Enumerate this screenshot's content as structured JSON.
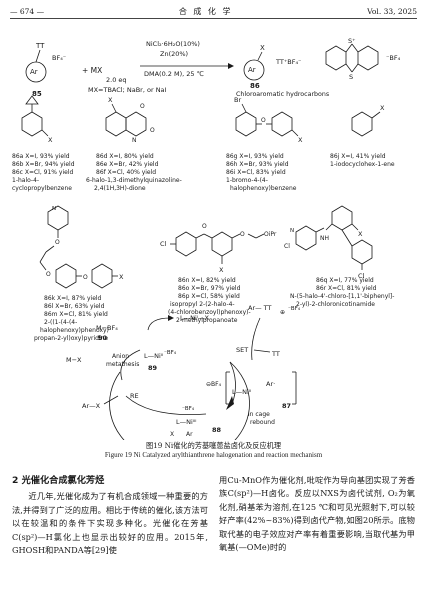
{
  "header": {
    "page": "— 674 —",
    "journal": "合 成 化 学",
    "volume": "Vol. 33, 2025"
  },
  "scheme": {
    "reactant_label": "85",
    "reactant_ar": "Ar",
    "reactant_tt": "TT",
    "reactant_bf4": "BF₄⁻",
    "plus_mx": "+ MX",
    "equiv": "2.0 eq",
    "mx_def": "MX=TBACl; NaBr, or NaI",
    "cond1": "NiCl₂·6H₂O(10%)",
    "cond2": "Zn(20%)",
    "cond3": "DMA(0.2 M), 25 ℃",
    "product_label": "86",
    "product_name": "Chloroaromatic hydrocarbons",
    "product_tt": "TT⁺BF₄⁻",
    "tt_bf4": "⁻BF₄",
    "tt_s": "S",
    "tt_splus": "S⁺",
    "x": "X"
  },
  "compounds": [
    {
      "lines": [
        "86a X=I, 93% yield",
        "86b X=Br, 94% yield",
        "86c X=Cl, 91% yield",
        "1-halo-4-",
        "cyclopropylbenzene"
      ]
    },
    {
      "lines": [
        "86d X=I, 80% yield",
        "86e X=Br, 42% yield",
        "86f X=Cl, 40% yield",
        "6-halo-1,3-dimethylquinazoline-",
        "2,4(1H,3H)-dione"
      ]
    },
    {
      "lines": [
        "86g X=I, 93% yield",
        "86h X=Br, 93% yield",
        "86i X=Cl, 83% yield",
        "1-bromo-4-(4-",
        "halophenoxy)benzene"
      ]
    },
    {
      "lines": [
        "86j X=I, 41% yield",
        "1-iodocyclohex-1-ene"
      ]
    },
    {
      "lines": [
        "86k X=I, 87% yield",
        "86l X=Br, 63% yield",
        "86m X=Cl, 81% yield",
        "2-((1-(4-(4-",
        "halophenoxy)phenoxy)",
        "propan-2-yl)oxy)pyridine"
      ]
    },
    {
      "lines": [
        "86n X=I, 82% yield",
        "86o X=Br, 97% yield",
        "86p X=Cl, 58% yield",
        "isopropyl 2-(2-halo-4-",
        "(4-chlorobenzoyl)phenoxy)-",
        "2-methylpropanoate"
      ]
    },
    {
      "lines": [
        "86q X=I, 77% yield",
        "86r X=Cl, 81% yield",
        "N-(5-halo-4'-chloro-[1,1'-biphenyl]-",
        "2-yl)-2-chloronicotinamide"
      ]
    }
  ],
  "atoms": {
    "br": "Br",
    "ipr": "OiPr",
    "cl": "Cl",
    "o": "O",
    "n": "N",
    "nh": "NH",
    "ome": "O"
  },
  "mechanism": {
    "m_bf4": "M−BF₄",
    "c90": "90",
    "m_x": "M−X",
    "anion_metathesis": [
      "Anion",
      "metathesis"
    ],
    "l_ni_x": "L—Niᴵ—X",
    "at_tt": "Ar— TT",
    "tt_plus": "⊕",
    "bf4": "⁻BF₄",
    "set": "SET",
    "tt": "TT",
    "c89": "89",
    "l_ni_bf4": "L—Niᴵᴵ",
    "ar_x": "Ar—X",
    "re": "RE",
    "bf4_cage": "⊖BF₄",
    "l_ni_cage": "L—Niᴵᴵ",
    "ar_dot": "Ar·",
    "c87": "87",
    "in_cage": [
      "in cage",
      "rebound"
    ],
    "ni_iii": "L—Niᴵᴵᴵ",
    "c88": "88",
    "ar": "Ar",
    "x": "X"
  },
  "figure": {
    "cap_cn": "图19   Ni催化的芳基噻蒽盐卤化及反应机理",
    "cap_en": "Figure 19   Ni Catalyzed arylthianthrene halogenation and reaction mechanism"
  },
  "section": {
    "heading": "2   光催化合成氯化芳烃",
    "left_para": "近几年,光催化成为了有机合成领域一种重要的方法,并得到了广泛的应用。相比于传统的催化,该方法可以在较温和的条件下实现多种化。光催化在芳基C(sp²)—H氯化上也显示出较好的应用。2015年, GHOSH和PANDA等[29]使",
    "right_para": "用Cu-MnO作为催化剂,吡啶作为导向基团实现了芳香族C(sp²)—H卤化。反应以NXS为卤代试剂, O₂为氧化剂,硝基苯为溶剂,在125 ℃和可见光照射下,可以较好产率(42%~83%)得到卤代产物,如图20所示。底物取代基的电子效应对产率有着重要影响,当取代基为甲氧基(—OMe)时的"
  }
}
